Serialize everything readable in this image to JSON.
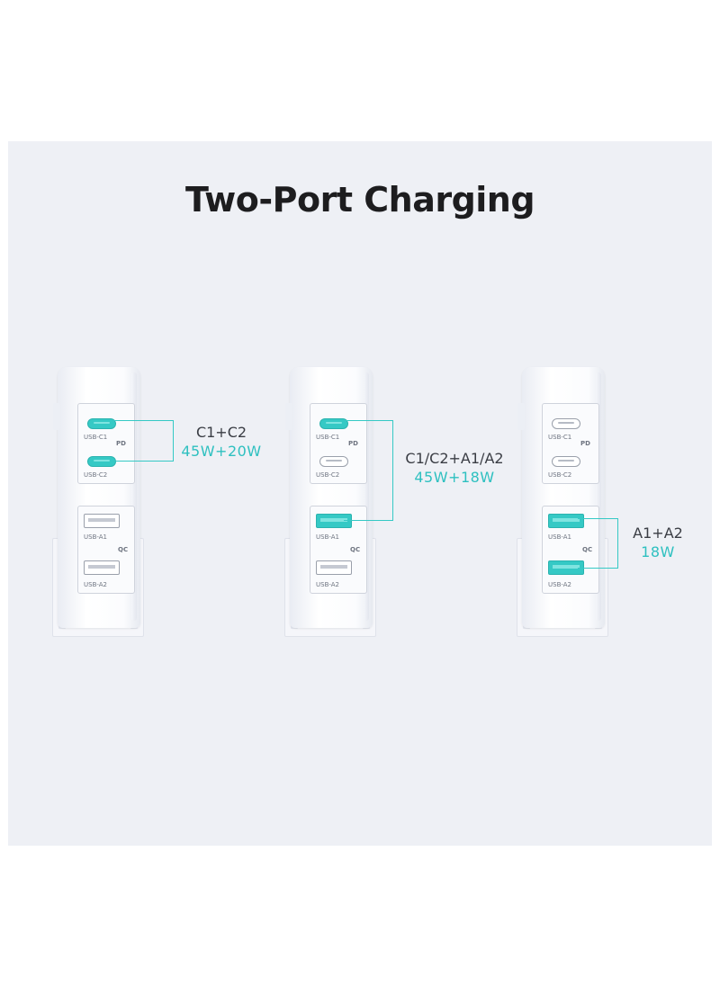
{
  "title": "Two-Port Charging",
  "colors": {
    "accent": "#35c9c5",
    "background_panel": "#eef0f5",
    "title": "#1d1d1f"
  },
  "port_labels": {
    "c1": "USB-C1",
    "c2": "USB-C2",
    "a1": "USB-A1",
    "a2": "USB-A2",
    "pd": "PD",
    "qc": "QC"
  },
  "configurations": [
    {
      "combo": "C1+C2",
      "wattage": "45W+20W",
      "active_ports": [
        "USB-C1",
        "USB-C2"
      ]
    },
    {
      "combo": "C1/C2+A1/A2",
      "wattage": "45W+18W",
      "active_ports": [
        "USB-C1",
        "USB-A1"
      ]
    },
    {
      "combo": "A1+A2",
      "wattage": "18W",
      "active_ports": [
        "USB-A1",
        "USB-A2"
      ]
    }
  ]
}
